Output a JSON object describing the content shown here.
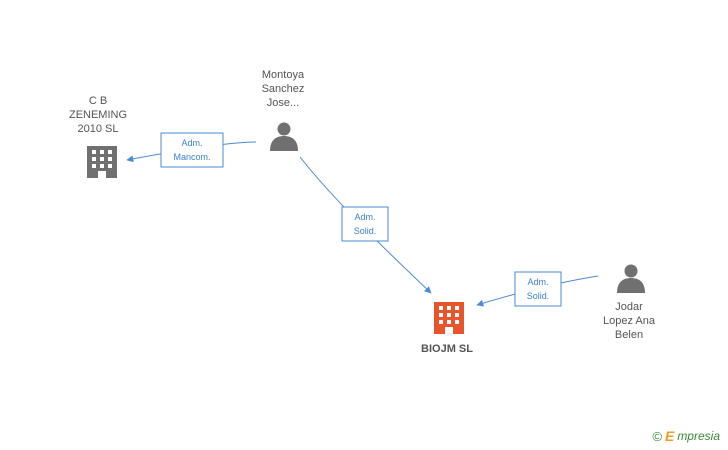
{
  "colors": {
    "person": "#707070",
    "company": "#707070",
    "focus_company": "#e8552a",
    "edge": "#4a8ad6",
    "label": "#555555",
    "brand_green": "#3b8a3b",
    "brand_orange": "#f0a020"
  },
  "nodes": {
    "montoya": {
      "type": "person",
      "icon": "person-icon",
      "lines": [
        "Montoya",
        "Sanchez",
        "Jose..."
      ]
    },
    "cb_zeneming": {
      "type": "company",
      "icon": "building-icon",
      "lines": [
        "C B",
        "ZENEMING",
        "2010 SL"
      ]
    },
    "biojm": {
      "type": "focus-company",
      "icon": "building-icon",
      "lines": [
        "BIOJM SL"
      ]
    },
    "jodar": {
      "type": "person",
      "icon": "person-icon",
      "lines": [
        "Jodar",
        "Lopez Ana",
        "Belen"
      ]
    }
  },
  "edges": {
    "montoya_to_cb": {
      "lines": [
        "Adm.",
        "Mancom."
      ]
    },
    "montoya_to_biojm": {
      "lines": [
        "Adm.",
        "Solid."
      ]
    },
    "jodar_to_biojm": {
      "lines": [
        "Adm.",
        "Solid."
      ]
    }
  },
  "brand": {
    "copyright": "©",
    "mark": "E",
    "name": "mpresia"
  }
}
